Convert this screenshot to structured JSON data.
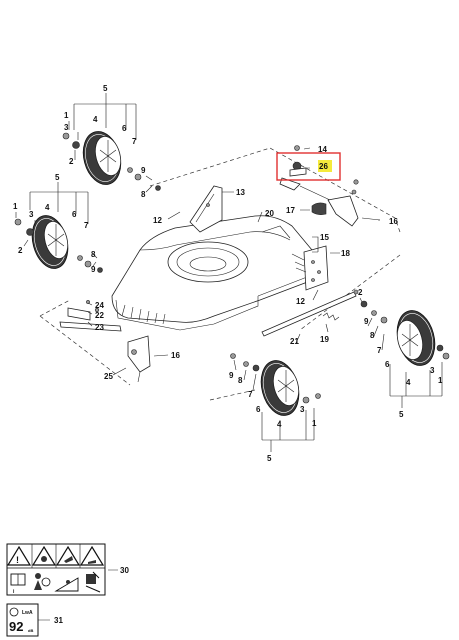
{
  "diagram": {
    "labels": {
      "l5_tl": "5",
      "l4_tl": "4",
      "l1_tl": "1",
      "l3_tl": "3",
      "l6_tl": "6",
      "l7_tl": "7",
      "l2_tl": "2",
      "l5_ml": "5",
      "l1_ml": "1",
      "l3_ml": "3",
      "l4_ml": "4",
      "l6_ml": "6",
      "l7_ml": "7",
      "l2_ml": "2",
      "l9_a": "9",
      "l8_a": "8",
      "l8_b": "8",
      "l9_b": "9",
      "l13": "13",
      "l12_a": "12",
      "l20": "20",
      "l14": "14",
      "l26": "26",
      "l17": "17",
      "l16_a": "16",
      "l15": "15",
      "l18": "18",
      "l12_b": "12",
      "l21": "21",
      "l19": "19",
      "l24": "24",
      "l22": "22",
      "l23": "23",
      "l16_b": "16",
      "l25": "25",
      "l9_c": "9",
      "l8_c": "8",
      "l7_bc": "7",
      "l6_bc": "6",
      "l4_bc": "4",
      "l3_bc": "3",
      "l1_bc": "1",
      "l5_bc": "5",
      "l2_r": "2",
      "l9_r": "9",
      "l8_r": "8",
      "l7_r": "7",
      "l6_r": "6",
      "l4_r": "4",
      "l3_r": "3",
      "l1_r": "1",
      "l5_r": "5",
      "l30": "30",
      "l31": "31"
    },
    "decal": {
      "noise_value": "92",
      "noise_unit": "LwA",
      "noise_unit_sub": "dB"
    },
    "highlight_color": "#e03030",
    "highlight_label_bg": "#f5ea3c"
  }
}
